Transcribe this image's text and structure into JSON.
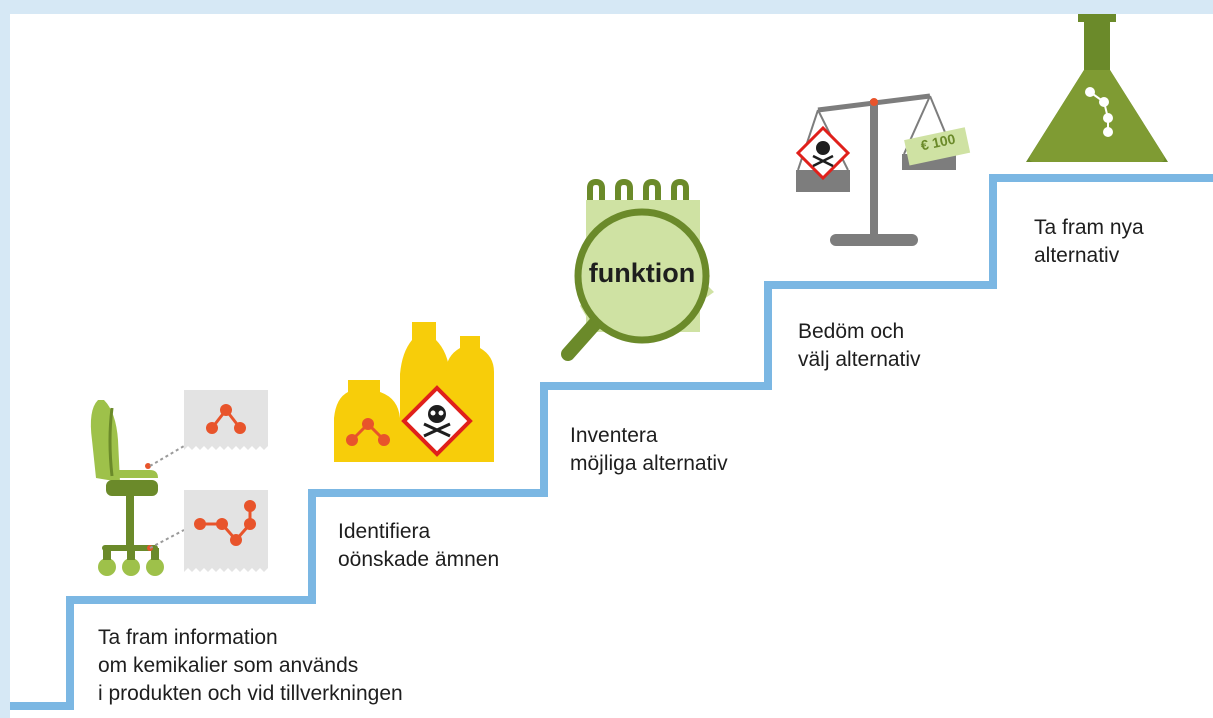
{
  "steps": [
    {
      "lines": [
        "Ta fram information",
        "om kemikalier som används",
        "i produkten och vid tillverkningen"
      ]
    },
    {
      "lines": [
        "Identifiera",
        "oönskade ämnen"
      ]
    },
    {
      "lines": [
        "Inventera",
        "möjliga alternativ"
      ]
    },
    {
      "lines": [
        "Bedöm och",
        "välj alternativ"
      ]
    },
    {
      "lines": [
        "Ta fram nya",
        "alternativ"
      ]
    }
  ],
  "icons": {
    "magnifier_word": "funktion",
    "price_tag": "€ 100"
  },
  "colors": {
    "stair_line": "#7bb7e3",
    "frame_border": "#d6e8f5",
    "dark_green": "#6b8a2a",
    "light_green": "#9ec14a",
    "pale_green": "#cfe2a3",
    "yellow": "#f7cd0a",
    "orange_red": "#e8542b",
    "gray": "#7d7d7d",
    "light_gray": "#e3e3e3",
    "hazard_red": "#e0201b"
  }
}
